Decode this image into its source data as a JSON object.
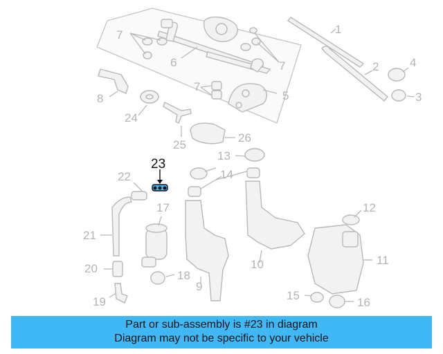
{
  "callouts": {
    "n1": "1",
    "n2": "2",
    "n3": "3",
    "n4": "4",
    "n5": "5",
    "n6": "6",
    "n7": "7",
    "n8": "8",
    "n9": "9",
    "n10": "10",
    "n11": "11",
    "n12": "12",
    "n13": "13",
    "n14": "14",
    "n15": "15",
    "n16": "16",
    "n17": "17",
    "n18": "18",
    "n19": "19",
    "n20": "20",
    "n21": "21",
    "n22": "22",
    "n23": "23",
    "n24": "24",
    "n25": "25",
    "n26": "26"
  },
  "highlight": {
    "color": "#3fb8f5",
    "callout_color": "#111111"
  },
  "caption": {
    "line1": "Part or sub-assembly is #23 in diagram",
    "line2": "Diagram may not be specific to your vehicle",
    "background": "#3fb8f5"
  }
}
